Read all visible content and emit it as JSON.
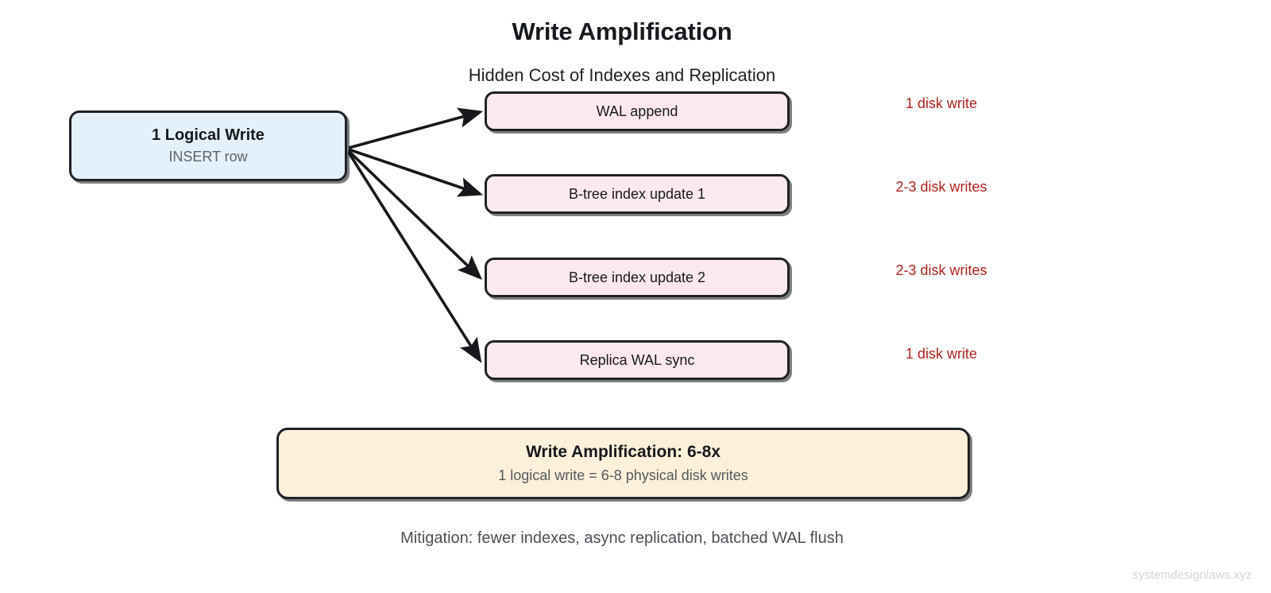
{
  "diagram": {
    "title": "Write Amplification",
    "subtitle": "Hidden Cost of Indexes and Replication",
    "source": {
      "title": "1 Logical Write",
      "subtitle": "INSERT row"
    },
    "physical_writes": [
      {
        "label": "WAL append",
        "cost": "1 disk write"
      },
      {
        "label": "B-tree index update 1",
        "cost": "2-3 disk writes"
      },
      {
        "label": "B-tree index update 2",
        "cost": "2-3 disk writes"
      },
      {
        "label": "Replica WAL sync",
        "cost": "1 disk write"
      }
    ],
    "summary": {
      "title": "Write Amplification: 6-8x",
      "subtitle": "1 logical write = 6-8 physical disk writes"
    },
    "mitigation": "Mitigation: fewer indexes, async replication, batched WAL flush",
    "watermark": "systemdesignlaws.xyz",
    "colors": {
      "source_fill": "#e4f1fb",
      "physical_fill": "#fce9ed",
      "summary_fill": "#fdf0db",
      "border": "#1f2226",
      "cost_text": "#b2201f",
      "muted_text": "#5d6166",
      "watermark_text": "#d2d2d2"
    }
  }
}
